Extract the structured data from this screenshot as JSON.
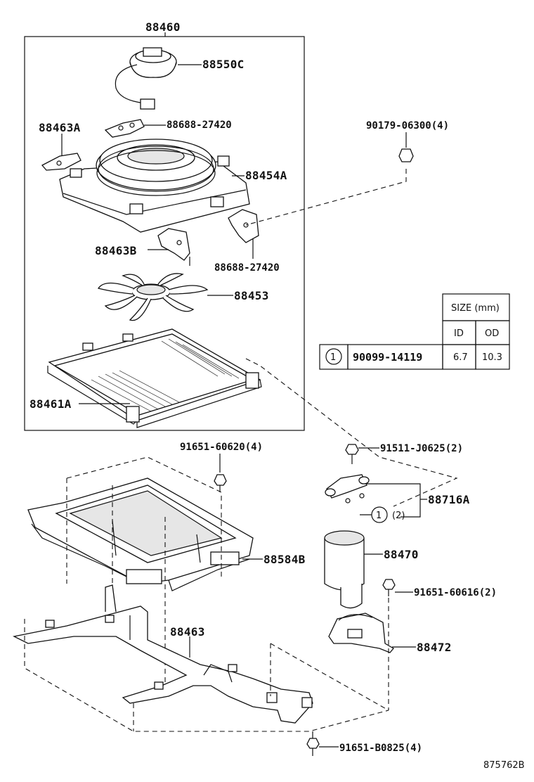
{
  "labels": {
    "assy": "88460",
    "motor": "88550C",
    "bracket_top": "88688-27420",
    "bracket_left": "88463A",
    "shroud": "88454A",
    "bracket_mid": "88463B",
    "bracket_right": "88688-27420",
    "fan": "88453",
    "condenser": "88461A",
    "bolt_top_right": "90179-06300(4)",
    "bolt_frame": "91651-60620(4)",
    "bolt_receiver": "91511-J0625(2)",
    "pipe": "88716A",
    "pipe_ref": "(2)",
    "cover": "88584B",
    "receiver": "88470",
    "bolt_bracket": "91651-60616(2)",
    "frame": "88463",
    "receiver_bracket": "88472",
    "bolt_bottom": "91651-B0825(4)",
    "drawing_no": "875762B"
  },
  "size_table": {
    "header": "SIZE (mm)",
    "col_id": "ID",
    "col_od": "OD",
    "row_index": "1",
    "row_part": "90099-14119",
    "row_id": "6.7",
    "row_od": "10.3"
  },
  "callout": {
    "index": "1"
  }
}
